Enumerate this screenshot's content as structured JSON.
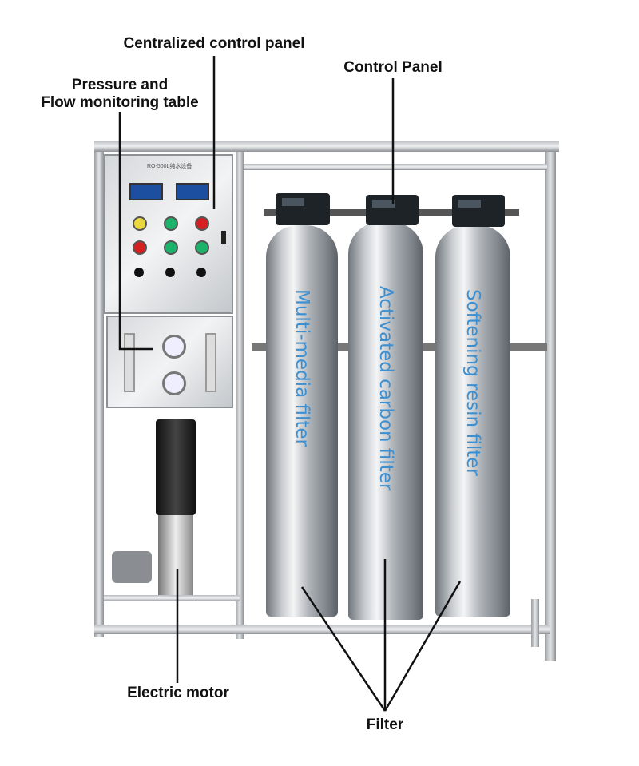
{
  "annotations": {
    "centralized_control_panel": "Centralized control panel",
    "pressure_flow_line1": "Pressure and",
    "pressure_flow_line2": "Flow monitoring table",
    "control_panel": "Control Panel",
    "electric_motor": "Electric motor",
    "filter": "Filter"
  },
  "tanks": [
    {
      "label": "Multi-media filter"
    },
    {
      "label": "Activated carbon filter"
    },
    {
      "label": "Softening resin filter"
    }
  ],
  "panel_plate": "RO-500L纯水设备",
  "colors": {
    "tank_text": "#3d8fd0",
    "annotation": "#111111"
  }
}
